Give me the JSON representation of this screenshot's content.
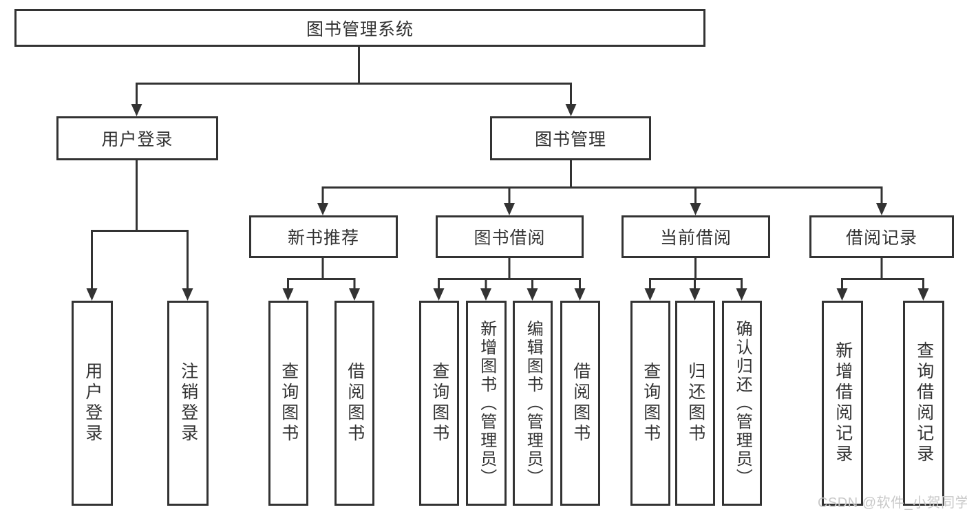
{
  "diagram": {
    "title": "图书管理系统",
    "level2": [
      {
        "label": "用户登录"
      },
      {
        "label": "图书管理"
      }
    ],
    "level3": [
      {
        "label": "新书推荐"
      },
      {
        "label": "图书借阅"
      },
      {
        "label": "当前借阅"
      },
      {
        "label": "借阅记录"
      }
    ],
    "leaves": {
      "user_login": [
        "用户登录",
        "注销登录"
      ],
      "new_book": [
        "查询图书",
        "借阅图书"
      ],
      "book_borrow": [
        "查询图书",
        "新增图书（管理员）",
        "编辑图书（管理员）",
        "借阅图书"
      ],
      "current_borrow": [
        "查询图书",
        "归还图书",
        "确认归还（管理员）"
      ],
      "borrow_records": [
        "新增借阅记录",
        "查询借阅记录"
      ]
    }
  },
  "watermark": "CSDN @软件_小贺同学",
  "colors": {
    "line": "#333333",
    "text": "#333333",
    "box_background": "#ffffff",
    "page_background": "#ffffff",
    "watermark": "#c9c9c9"
  }
}
